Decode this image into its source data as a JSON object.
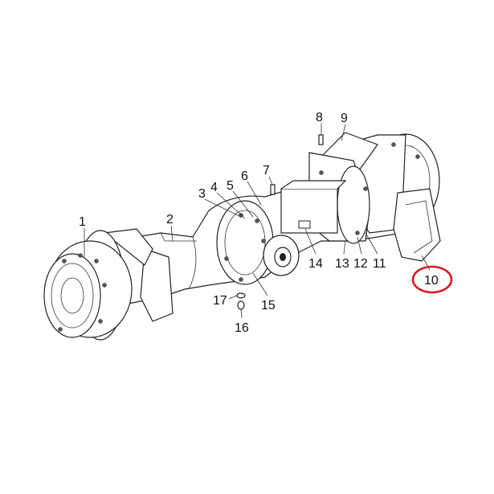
{
  "diagram": {
    "callouts": [
      {
        "id": "1",
        "text": "1"
      },
      {
        "id": "2",
        "text": "2"
      },
      {
        "id": "3",
        "text": "3"
      },
      {
        "id": "4",
        "text": "4"
      },
      {
        "id": "5",
        "text": "5"
      },
      {
        "id": "6",
        "text": "6"
      },
      {
        "id": "7",
        "text": "7"
      },
      {
        "id": "8",
        "text": "8"
      },
      {
        "id": "9",
        "text": "9"
      },
      {
        "id": "10",
        "text": "10"
      },
      {
        "id": "11",
        "text": "11"
      },
      {
        "id": "12",
        "text": "12"
      },
      {
        "id": "13",
        "text": "13"
      },
      {
        "id": "14",
        "text": "14"
      },
      {
        "id": "15",
        "text": "15"
      },
      {
        "id": "16",
        "text": "16"
      },
      {
        "id": "17",
        "text": "17"
      }
    ],
    "highlighted_callout": "10",
    "highlight_color": "#e0141e"
  }
}
